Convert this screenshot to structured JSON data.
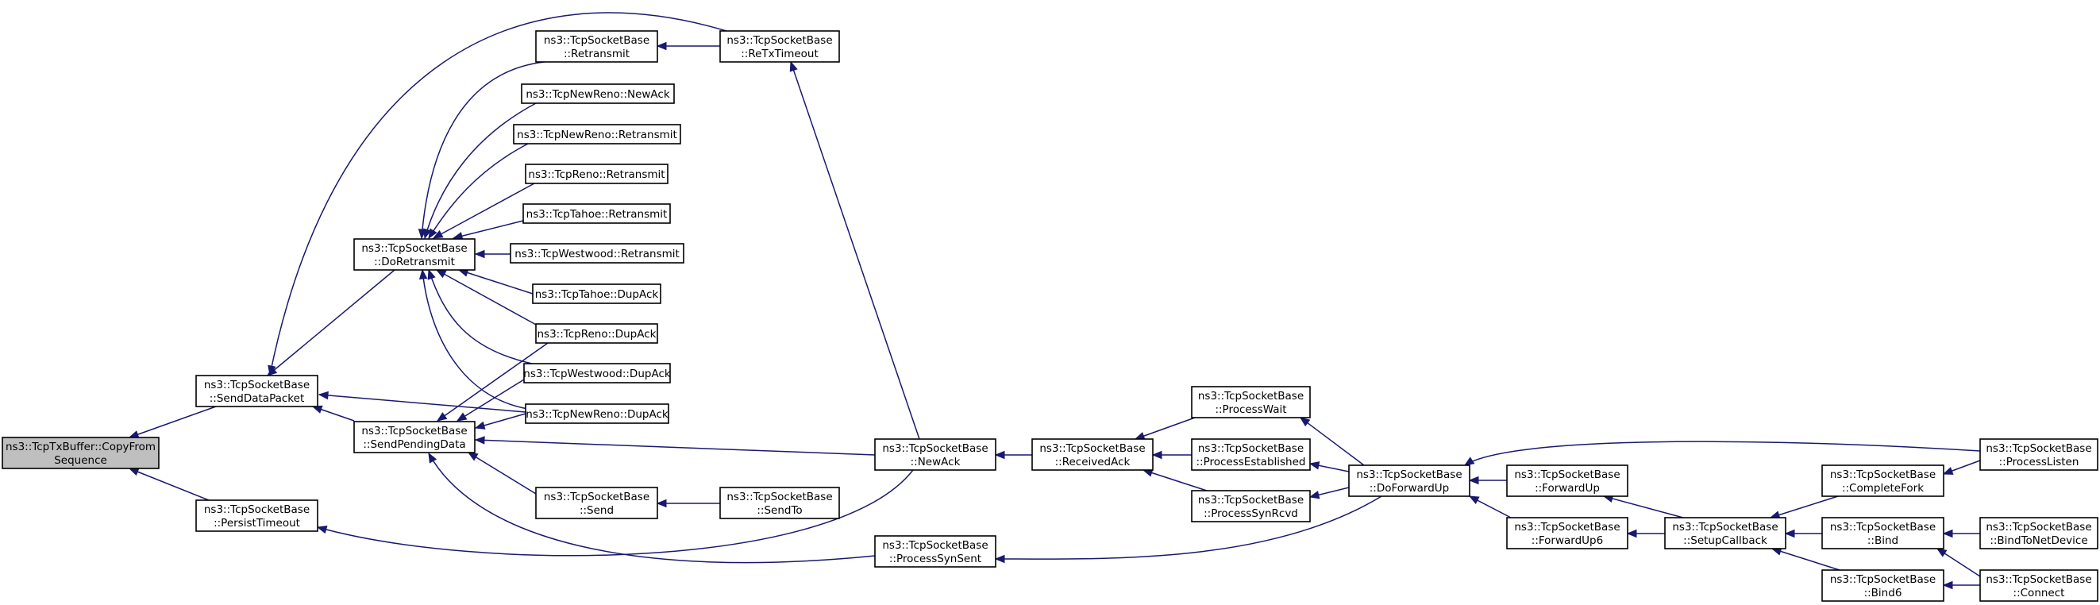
{
  "graph": {
    "colors": {
      "edge": "#191970",
      "node_border": "#000000",
      "root_fill": "#bfbfbf",
      "node_fill": "#ffffff"
    },
    "nodes": [
      {
        "id": "copy",
        "lines": [
          "ns3::TcpTxBuffer::CopyFrom",
          "Sequence"
        ],
        "root": true
      },
      {
        "id": "sdp",
        "lines": [
          "ns3::TcpSocketBase",
          "::SendDataPacket"
        ]
      },
      {
        "id": "pt",
        "lines": [
          "ns3::TcpSocketBase",
          "::PersistTimeout"
        ]
      },
      {
        "id": "dr",
        "lines": [
          "ns3::TcpSocketBase",
          "::DoRetransmit"
        ]
      },
      {
        "id": "spd",
        "lines": [
          "ns3::TcpSocketBase",
          "::SendPendingData"
        ]
      },
      {
        "id": "rtx",
        "lines": [
          "ns3::TcpSocketBase",
          "::Retransmit"
        ]
      },
      {
        "id": "rto",
        "lines": [
          "ns3::TcpSocketBase",
          "::ReTxTimeout"
        ]
      },
      {
        "id": "nrnack",
        "lines": [
          "ns3::TcpNewReno::NewAck"
        ]
      },
      {
        "id": "nrrtx",
        "lines": [
          "ns3::TcpNewReno::Retransmit"
        ]
      },
      {
        "id": "renortx",
        "lines": [
          "ns3::TcpReno::Retransmit"
        ]
      },
      {
        "id": "tahrtx",
        "lines": [
          "ns3::TcpTahoe::Retransmit"
        ]
      },
      {
        "id": "wwrtx",
        "lines": [
          "ns3::TcpWestwood::Retransmit"
        ]
      },
      {
        "id": "tahdup",
        "lines": [
          "ns3::TcpTahoe::DupAck"
        ]
      },
      {
        "id": "renodup",
        "lines": [
          "ns3::TcpReno::DupAck"
        ]
      },
      {
        "id": "wwdup",
        "lines": [
          "ns3::TcpWestwood::DupAck"
        ]
      },
      {
        "id": "nrdup",
        "lines": [
          "ns3::TcpNewReno::DupAck"
        ]
      },
      {
        "id": "send",
        "lines": [
          "ns3::TcpSocketBase",
          "::Send"
        ]
      },
      {
        "id": "sendto",
        "lines": [
          "ns3::TcpSocketBase",
          "::SendTo"
        ]
      },
      {
        "id": "newack",
        "lines": [
          "ns3::TcpSocketBase",
          "::NewAck"
        ]
      },
      {
        "id": "pss",
        "lines": [
          "ns3::TcpSocketBase",
          "::ProcessSynSent"
        ]
      },
      {
        "id": "rack",
        "lines": [
          "ns3::TcpSocketBase",
          "::ReceivedAck"
        ]
      },
      {
        "id": "pw",
        "lines": [
          "ns3::TcpSocketBase",
          "::ProcessWait"
        ]
      },
      {
        "id": "pe",
        "lines": [
          "ns3::TcpSocketBase",
          "::ProcessEstablished"
        ]
      },
      {
        "id": "psr",
        "lines": [
          "ns3::TcpSocketBase",
          "::ProcessSynRcvd"
        ]
      },
      {
        "id": "dfu",
        "lines": [
          "ns3::TcpSocketBase",
          "::DoForwardUp"
        ]
      },
      {
        "id": "fu",
        "lines": [
          "ns3::TcpSocketBase",
          "::ForwardUp"
        ]
      },
      {
        "id": "fu6",
        "lines": [
          "ns3::TcpSocketBase",
          "::ForwardUp6"
        ]
      },
      {
        "id": "scb",
        "lines": [
          "ns3::TcpSocketBase",
          "::SetupCallback"
        ]
      },
      {
        "id": "cf",
        "lines": [
          "ns3::TcpSocketBase",
          "::CompleteFork"
        ]
      },
      {
        "id": "bind",
        "lines": [
          "ns3::TcpSocketBase",
          "::Bind"
        ]
      },
      {
        "id": "bind6",
        "lines": [
          "ns3::TcpSocketBase",
          "::Bind6"
        ]
      },
      {
        "id": "pl",
        "lines": [
          "ns3::TcpSocketBase",
          "::ProcessListen"
        ]
      },
      {
        "id": "btnd",
        "lines": [
          "ns3::TcpSocketBase",
          "::BindToNetDevice"
        ]
      },
      {
        "id": "conn",
        "lines": [
          "ns3::TcpSocketBase",
          "::Connect"
        ]
      }
    ],
    "edges": [
      {
        "from": "sdp",
        "to": "copy"
      },
      {
        "from": "pt",
        "to": "copy"
      },
      {
        "from": "dr",
        "to": "sdp"
      },
      {
        "from": "spd",
        "to": "sdp"
      },
      {
        "from": "rto",
        "to": "sdp"
      },
      {
        "from": "nrdup",
        "to": "sdp"
      },
      {
        "from": "rtx",
        "to": "dr"
      },
      {
        "from": "nrnack",
        "to": "dr"
      },
      {
        "from": "nrrtx",
        "to": "dr"
      },
      {
        "from": "renortx",
        "to": "dr"
      },
      {
        "from": "tahrtx",
        "to": "dr"
      },
      {
        "from": "wwrtx",
        "to": "dr"
      },
      {
        "from": "tahdup",
        "to": "dr"
      },
      {
        "from": "renodup",
        "to": "dr"
      },
      {
        "from": "wwdup",
        "to": "dr"
      },
      {
        "from": "nrdup",
        "to": "dr"
      },
      {
        "from": "rto",
        "to": "rtx"
      },
      {
        "from": "newack",
        "to": "rto"
      },
      {
        "from": "renodup",
        "to": "spd"
      },
      {
        "from": "wwdup",
        "to": "spd"
      },
      {
        "from": "nrdup",
        "to": "spd"
      },
      {
        "from": "newack",
        "to": "spd"
      },
      {
        "from": "send",
        "to": "spd"
      },
      {
        "from": "pss",
        "to": "spd"
      },
      {
        "from": "sendto",
        "to": "send"
      },
      {
        "from": "newack",
        "to": "pt"
      },
      {
        "from": "rack",
        "to": "newack"
      },
      {
        "from": "pw",
        "to": "rack"
      },
      {
        "from": "pe",
        "to": "rack"
      },
      {
        "from": "psr",
        "to": "rack"
      },
      {
        "from": "dfu",
        "to": "pw"
      },
      {
        "from": "dfu",
        "to": "pe"
      },
      {
        "from": "dfu",
        "to": "psr"
      },
      {
        "from": "dfu",
        "to": "pss"
      },
      {
        "from": "pl",
        "to": "dfu"
      },
      {
        "from": "fu",
        "to": "dfu"
      },
      {
        "from": "fu6",
        "to": "dfu"
      },
      {
        "from": "scb",
        "to": "fu"
      },
      {
        "from": "scb",
        "to": "fu6"
      },
      {
        "from": "cf",
        "to": "scb"
      },
      {
        "from": "bind",
        "to": "scb"
      },
      {
        "from": "bind6",
        "to": "scb"
      },
      {
        "from": "pl",
        "to": "cf"
      },
      {
        "from": "btnd",
        "to": "bind"
      },
      {
        "from": "conn",
        "to": "bind"
      },
      {
        "from": "conn",
        "to": "bind6"
      }
    ]
  }
}
